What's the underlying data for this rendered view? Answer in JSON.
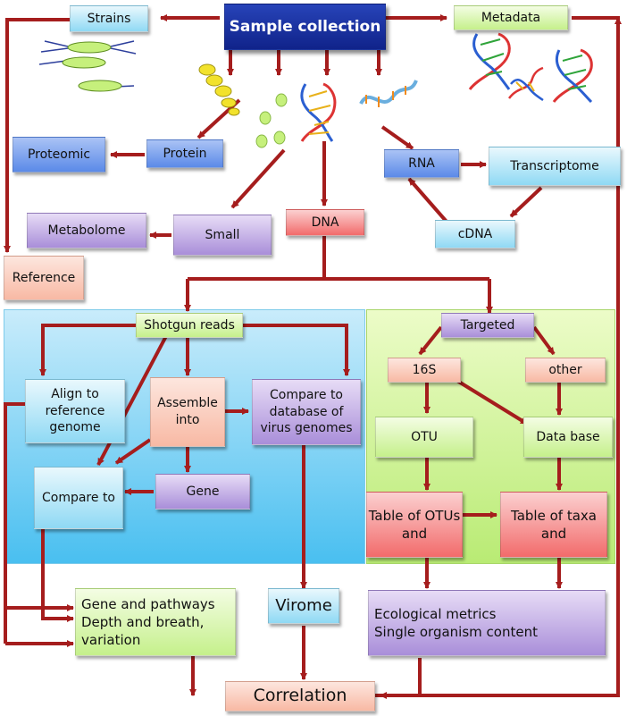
{
  "nodes": {
    "sample_collection": "Sample collection",
    "strains": "Strains",
    "metadata": "Metadata",
    "proteomic": "Proteomic",
    "protein": "Protein",
    "rna": "RNA",
    "transcriptome": "Transcriptome",
    "cdna": "cDNA",
    "metabolome": "Metabolome",
    "small": "Small",
    "dna": "DNA",
    "reference": "Reference",
    "shotgun_reads": "Shotgun reads",
    "targeted": "Targeted",
    "align_to_reference": "Align to reference genome",
    "assemble_into": "Assemble into",
    "compare_virus": "Compare to database of virus genomes",
    "compare_to": "Compare to",
    "gene": "Gene",
    "rrna_16s": "16S",
    "other": "other",
    "otu": "OTU",
    "data_base": "Data base",
    "table_otus": "Table of OTUs and",
    "table_taxa": "Table of taxa and",
    "gene_pathways_line1": "Gene and pathways",
    "gene_pathways_line2": "Depth and breath,",
    "gene_pathways_line3": "variation",
    "virome": "Virome",
    "ecological_line1": "Ecological metrics",
    "ecological_line2": "Single organism content",
    "correlation": "Correlation"
  },
  "colors": {
    "arrow": "#a51d1d",
    "navy": "#10238a",
    "cyan": "#8fd9f4",
    "blue": "#5b8ae8",
    "purple": "#a98ed9",
    "salmon": "#f8b9a4",
    "red": "#f26b6b",
    "green": "#c5f08b",
    "panel_left": "#49bff0",
    "panel_right": "#b9eb74"
  },
  "icons": [
    "bacteria-icon",
    "protein-spheres-icon",
    "metabolite-spheres-icon",
    "dna-helix-icon",
    "rna-strand-icon"
  ]
}
